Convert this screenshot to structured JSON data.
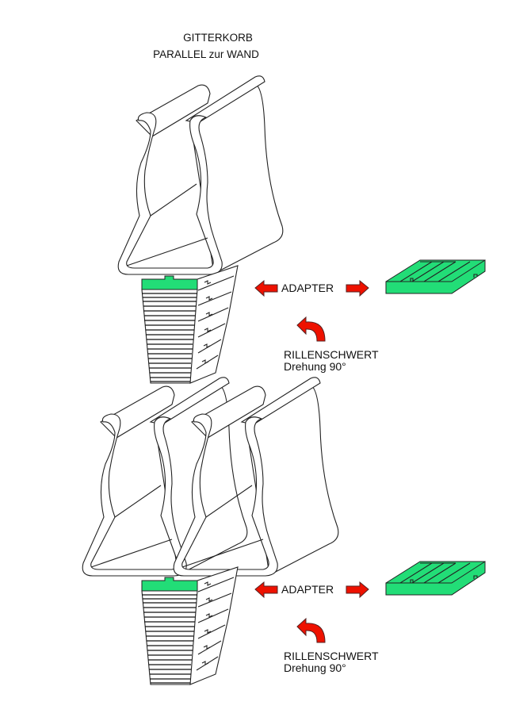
{
  "title": {
    "line1": "GITTERKORB",
    "line2": "PARALLEL zur WAND"
  },
  "panels": [
    {
      "adapter_label": "ADAPTER",
      "rotation_label": "RILLENSCHWERT",
      "rotation_value": "Drehung  90°"
    },
    {
      "adapter_label": "ADAPTER",
      "rotation_label": "RILLENSCHWERT",
      "rotation_value": "Drehung  90°"
    }
  ],
  "colors": {
    "adapter": "#22dd77",
    "arrow": "#ee1100"
  }
}
